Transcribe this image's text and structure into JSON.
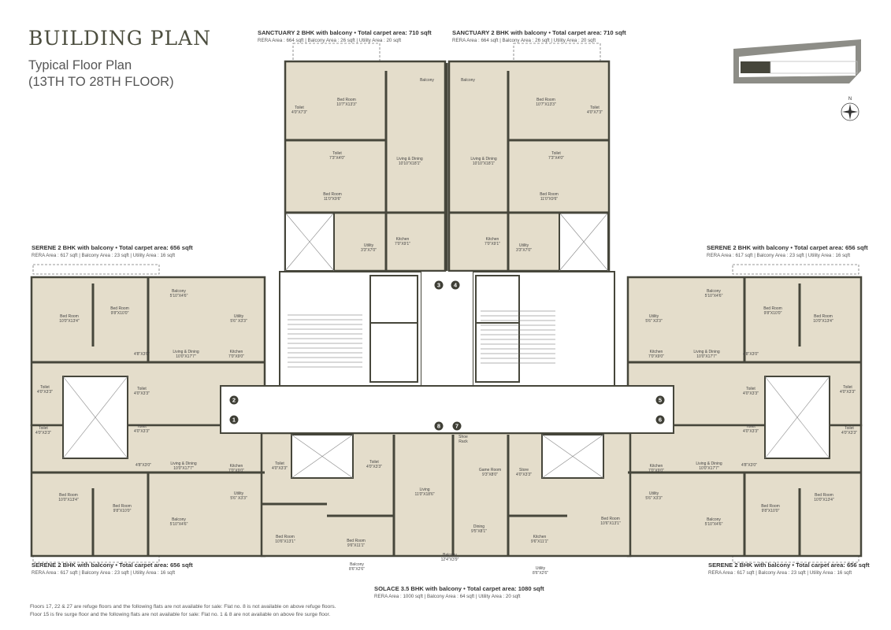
{
  "header": {
    "title": "BUILDING PLAN",
    "subtitle_line1": "Typical Floor Plan",
    "subtitle_line2": "(13TH TO 28TH FLOOR)"
  },
  "units": {
    "sanctuary_left": {
      "title": "SANCTUARY 2 BHK with balcony • Total carpet area: 710 sqft",
      "details": "RERA Area : 664 sqft | Balcony Area : 26 sqft | Utility Area : 20 sqft"
    },
    "sanctuary_right": {
      "title": "SANCTUARY 2 BHK with balcony • Total carpet area: 710 sqft",
      "details": "RERA Area : 664 sqft | Balcony Area : 26 sqft | Utility Area : 20 sqft"
    },
    "serene_top_left": {
      "title": "SERENE 2 BHK with balcony • Total carpet area: 656 sqft",
      "details": "RERA Area : 617 sqft | Balcony Area : 23 sqft | Utility Area : 16 sqft"
    },
    "serene_top_right": {
      "title": "SERENE 2 BHK with balcony • Total carpet area: 656 sqft",
      "details": "RERA Area : 617 sqft | Balcony Area : 23 sqft | Utility Area : 16 sqft"
    },
    "serene_bottom_left": {
      "title": "SERENE 2 BHK with balcony • Total carpet area: 656 sqft",
      "details": "RERA Area : 617 sqft | Balcony Area : 23 sqft | Utility Area : 16 sqft"
    },
    "serene_bottom_right": {
      "title": "SERENE 2 BHK with balcony • Total carpet area: 656 sqft",
      "details": "RERA Area : 617 sqft | Balcony Area : 23 sqft | Utility Area : 16 sqft"
    },
    "solace": {
      "title": "SOLACE 3.5 BHK  with balcony • Total carpet area: 1080 sqft",
      "details": "RERA Area : 1000 sqft | Balcony Area : 64 sqft | Utility Area : 20 sqft"
    }
  },
  "notes": [
    "Floors 17, 22 & 27 are refuge floors and the following flats are not available for sale: Flat no. 8 is not available on above refuge floors.",
    "Floor 15 is fire surge floor and the following flats are not available for sale: Flat no. 1 & 8 are not available on above fire surge floor."
  ],
  "compass_label": "N",
  "flat_numbers": [
    "1",
    "2",
    "3",
    "4",
    "5",
    "6",
    "7",
    "8"
  ],
  "colors": {
    "wall": "#46463b",
    "floor": "#e4ddcb",
    "title": "#4c4e3f"
  },
  "rooms": [
    {
      "name": "Bed Room",
      "dim": "10'7\"X13'3\""
    },
    {
      "name": "Toilet",
      "dim": "4'0\"X7'3\""
    },
    {
      "name": "Toilet",
      "dim": "7'3\"X4'0\""
    },
    {
      "name": "Living & Dining",
      "dim": "10'10\"X18'1\""
    },
    {
      "name": "Balcony",
      "dim": ""
    },
    {
      "name": "Bed Room",
      "dim": "11'0\"X9'6\""
    },
    {
      "name": "Kitchen",
      "dim": "7'0\"X9'1\""
    },
    {
      "name": "Utility",
      "dim": "3'3\"X7'0\""
    },
    {
      "name": "Bed Room",
      "dim": "10'7\"X13'3\""
    },
    {
      "name": "Toilet",
      "dim": "4'0\"X7'3\""
    },
    {
      "name": "Toilet",
      "dim": "7'3\"X4'0\""
    },
    {
      "name": "Living & Dining",
      "dim": "10'10\"X18'1\""
    },
    {
      "name": "Balcony",
      "dim": ""
    },
    {
      "name": "Bed Room",
      "dim": "11'0\"X9'6\""
    },
    {
      "name": "Kitchen",
      "dim": "7'0\"X9'1\""
    },
    {
      "name": "Utility",
      "dim": "3'3\"X7'0\""
    },
    {
      "name": "Bed Room",
      "dim": "10'0\"X13'4\""
    },
    {
      "name": "Bed Room",
      "dim": "9'8\"X10'0\""
    },
    {
      "name": "Balcony",
      "dim": "5'10\"X4'6\""
    },
    {
      "name": "Utility",
      "dim": "5'6\" X3'3\""
    },
    {
      "name": "Living & Dining",
      "dim": "10'0\"X17'7\""
    },
    {
      "name": "",
      "dim": "4'8\"X3'0\""
    },
    {
      "name": "Kitchen",
      "dim": "7'0\"X9'0\""
    },
    {
      "name": "Toilet",
      "dim": "4'0\"X3'3\""
    },
    {
      "name": "Toilet",
      "dim": "4'0\"X3'3\""
    },
    {
      "name": "Toilet",
      "dim": "4'0\"X3'3\""
    },
    {
      "name": "Toilet",
      "dim": "4'0\"X3'3\""
    },
    {
      "name": "",
      "dim": "4'8\"X3'0\""
    },
    {
      "name": "Living & Dining",
      "dim": "10'0\"X17'7\""
    },
    {
      "name": "Kitchen",
      "dim": "7'0\"X9'0\""
    },
    {
      "name": "Utility",
      "dim": "5'6\" X3'3\""
    },
    {
      "name": "Bed Room",
      "dim": "10'0\"X13'4\""
    },
    {
      "name": "Bed Room",
      "dim": "9'8\"X10'0\""
    },
    {
      "name": "Balcony",
      "dim": "5'10\"X4'6\""
    },
    {
      "name": "Bed Room",
      "dim": "10'0\"X13'4\""
    },
    {
      "name": "Bed Room",
      "dim": "9'8\"X10'0\""
    },
    {
      "name": "Balcony",
      "dim": "5'10\"X4'6\""
    },
    {
      "name": "Utility",
      "dim": "5'6\" X3'3\""
    },
    {
      "name": "Living & Dining",
      "dim": "10'0\"X17'7\""
    },
    {
      "name": "",
      "dim": "4'8\"X3'0\""
    },
    {
      "name": "Kitchen",
      "dim": "7'0\"X9'0\""
    },
    {
      "name": "Toilet",
      "dim": "4'0\"X3'3\""
    },
    {
      "name": "Toilet",
      "dim": "4'0\"X3'3\""
    },
    {
      "name": "Toilet",
      "dim": "4'0\"X3'3\""
    },
    {
      "name": "Toilet",
      "dim": "4'0\"X3'3\""
    },
    {
      "name": "",
      "dim": "4'8\"X3'0\""
    },
    {
      "name": "Living & Dining",
      "dim": "10'0\"X17'7\""
    },
    {
      "name": "Kitchen",
      "dim": "7'0\"X9'0\""
    },
    {
      "name": "Utility",
      "dim": "5'6\" X3'3\""
    },
    {
      "name": "Bed Room",
      "dim": "10'0\"X13'4\""
    },
    {
      "name": "Bed Room",
      "dim": "9'8\"X10'0\""
    },
    {
      "name": "Balcony",
      "dim": "5'10\"X4'6\""
    },
    {
      "name": "Toilet",
      "dim": "4'0\"X3'3\""
    },
    {
      "name": "Toilet",
      "dim": "4'0\"X3'3\""
    },
    {
      "name": "Living",
      "dim": "11'0\"X18'6\""
    },
    {
      "name": "Game Room",
      "dim": "9'3\"X8'0\""
    },
    {
      "name": "Store",
      "dim": "4'0\"X3'3\""
    },
    {
      "name": "Shoe",
      "dim": "Rack"
    },
    {
      "name": "Bed Room",
      "dim": "10'6\"X13'1\""
    },
    {
      "name": "Bed Room",
      "dim": "9'6\"X11'1\""
    },
    {
      "name": "Dining",
      "dim": "9'5\"X8'1\""
    },
    {
      "name": "Kitchen",
      "dim": "9'6\"X11'1\""
    },
    {
      "name": "Balcony",
      "dim": "12'4\"X3'9\""
    },
    {
      "name": "Balcony",
      "dim": "8'6\"X2'6\""
    },
    {
      "name": "Utility",
      "dim": "8'6\"X2'6\""
    },
    {
      "name": "Bed Room",
      "dim": "10'6\"X13'1\""
    }
  ]
}
